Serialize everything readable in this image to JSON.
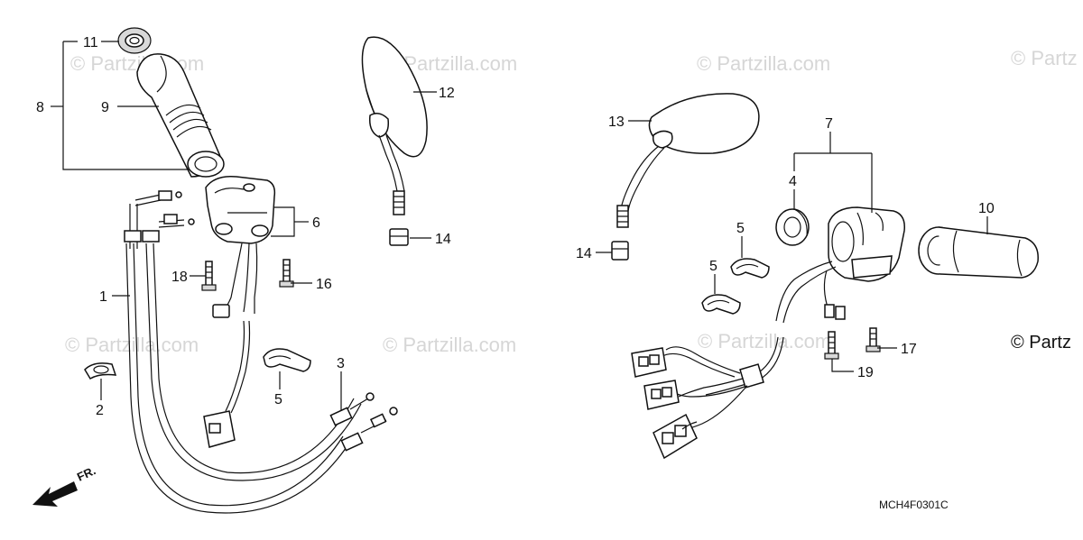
{
  "watermarks": [
    "© Partzilla.com",
    "© Partzilla.com",
    "© Partzilla.com",
    "© Partz",
    "© Partzilla.com",
    "© Partzilla.com",
    "© Partzilla.com"
  ],
  "copyright_label": "© Partz",
  "diagram_code": "MCH4F0301C",
  "front_arrow_label": "FR.",
  "callouts": {
    "c11": "11",
    "c8": "8",
    "c9": "9",
    "c12": "12",
    "c6": "6",
    "c14a": "14",
    "c18": "18",
    "c16": "16",
    "c1": "1",
    "c2": "2",
    "c5a": "5",
    "c3": "3",
    "c13": "13",
    "c7": "7",
    "c4": "4",
    "c10": "10",
    "c5b": "5",
    "c5c": "5",
    "c14b": "14",
    "c17": "17",
    "c19": "19"
  }
}
